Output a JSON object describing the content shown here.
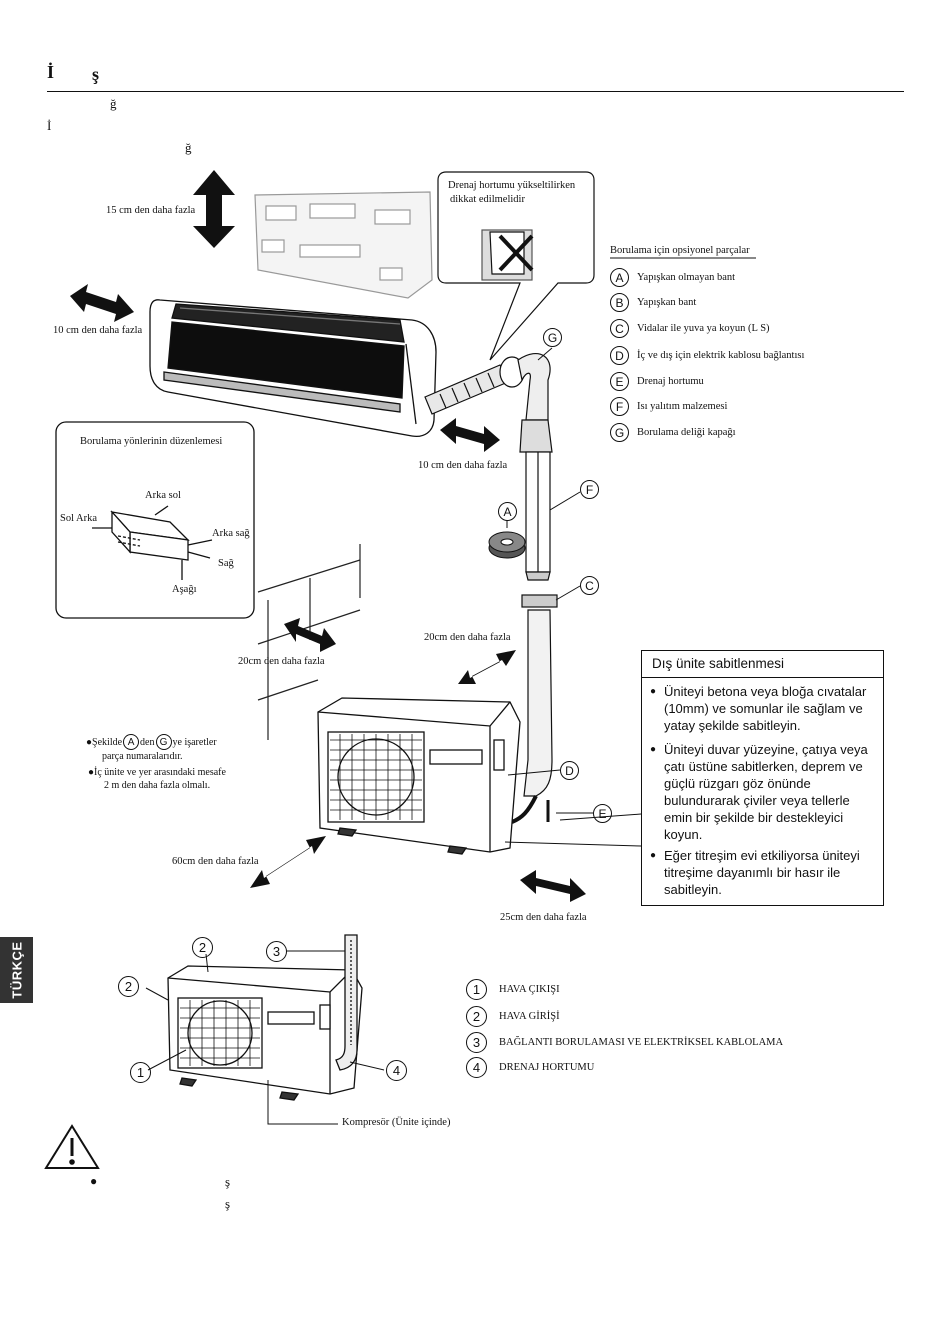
{
  "header": {
    "title_left": "İ",
    "title_right": "ş"
  },
  "intro": {
    "line1": "ğ",
    "line2": "İ",
    "line3": "ğ"
  },
  "distances": {
    "top": "15 cm den daha fazla",
    "left": "10 cm den daha fazla",
    "right": "10 cm den daha fazla",
    "outdoor_rear": "20cm den daha fazla",
    "outdoor_side": "20cm den daha fazla",
    "outdoor_front": "60cm den daha fazla",
    "outdoor_right": "25cm den daha fazla"
  },
  "drain_box": {
    "line1": "Drenaj hortumu yükseltilirken",
    "line2": "dikkat edilmelidir"
  },
  "optional_parts": {
    "title": "Borulama için opsiyonel parçalar",
    "items": [
      {
        "letter": "A",
        "label": "Yapışkan olmayan bant"
      },
      {
        "letter": "B",
        "label": "Yapışkan bant"
      },
      {
        "letter": "C",
        "label": "Vidalar ile yuva ya koyun (L S)"
      },
      {
        "letter": "D",
        "label": "İç ve dış için elektrik kablosu bağlantısı"
      },
      {
        "letter": "E",
        "label": "Drenaj hortumu"
      },
      {
        "letter": "F",
        "label": "Isı yalıtım malzemesi"
      },
      {
        "letter": "G",
        "label": "Borulama deliği kapağı"
      }
    ]
  },
  "direction_box": {
    "title": "Borulama yönlerinin düzenlemesi",
    "back_left": "Arka sol",
    "left_back": "Sol Arka",
    "back_right": "Arka sağ",
    "right": "Sağ",
    "down": "Aşağı"
  },
  "callouts": {
    "A": "A",
    "C": "C",
    "D": "D",
    "E": "E",
    "F": "F",
    "G": "G"
  },
  "notes": {
    "n1_pre": "●Şekilde",
    "n1_a": "A",
    "n1_mid": "den",
    "n1_g": "G",
    "n1_post": "ye işaretler",
    "n1_line2": "parça numaralarıdır.",
    "n2_line1": "●İç ünite ve yer arasındaki mesafe",
    "n2_line2": "2 m den daha fazla olmalı."
  },
  "outdoor_fixing": {
    "title": "Dış ünite sabitlenmesi",
    "items": [
      "Üniteyi betona veya bloğa cıvatalar\n(10mm) ve somunlar ile sağlam ve\nyatay şekilde sabitleyin.",
      "Üniteyi duvar yüzeyine, çatıya veya\nçatı üstüne sabitlerken, deprem ve\ngüçlü rüzgarı göz önünde\nbulundurarak çiviler veya tellerle\nemin bir şekilde bir destekleyici\nkoyun.",
      "Eğer titreşim evi etkiliyorsa üniteyi\ntitreşime dayanımlı bir hasır ile\nsabitleyin."
    ]
  },
  "side_tab": "TÜRKÇE",
  "outdoor_legend": [
    {
      "num": "1",
      "label": "HAVA ÇIKIŞI"
    },
    {
      "num": "2",
      "label": "HAVA GİRİŞİ"
    },
    {
      "num": "3",
      "label": "BAĞLANTI BORULAMASI VE ELEKTRİKSEL KABLOLAMA"
    },
    {
      "num": "4",
      "label": "DRENAJ HORTUMU"
    }
  ],
  "outdoor_callouts": {
    "one": "1",
    "two_top": "2",
    "two_left": "2",
    "three": "3",
    "four": "4"
  },
  "compressor": "Kompresör (Ünite içinde)",
  "warning": {
    "line1": "ş",
    "line2": "ş"
  }
}
